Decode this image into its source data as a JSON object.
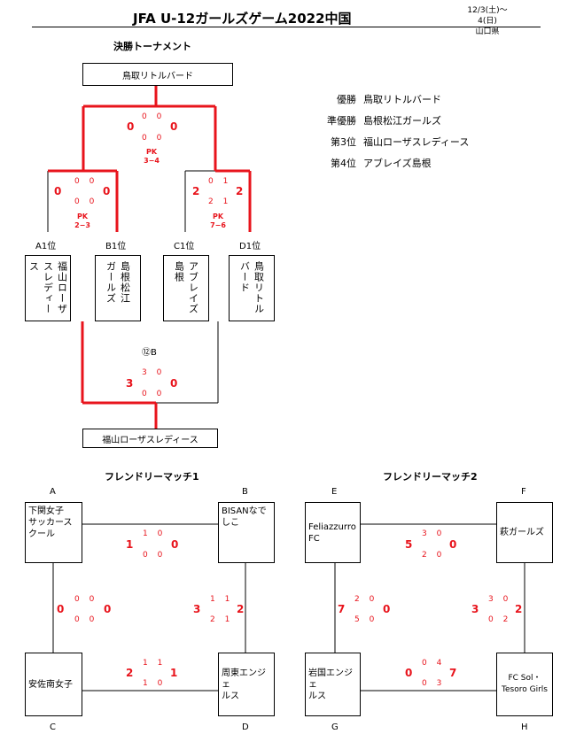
{
  "header": {
    "title": "JFA U-12ガールズゲーム2022中国",
    "date": "12/3(土)～4(日)",
    "venue": "山口県"
  },
  "final_tournament": {
    "section_title": "決勝トーナメント",
    "champion_box": "鳥取リトルバード",
    "slots": [
      "A1位",
      "B1位",
      "C1位",
      "D1位"
    ],
    "teams": [
      {
        "col1": "福山ローザ",
        "col2": "スレディー",
        "col3": "ス"
      },
      {
        "col1": "島根松江",
        "col2": "ガールズ"
      },
      {
        "col1": "アブレイズ",
        "col2": "島根"
      },
      {
        "col1": "鳥取リトル",
        "col2": "バード"
      }
    ],
    "final": {
      "top": "0 0",
      "bottom": "0 0",
      "left": "0",
      "right": "0",
      "pk": "PK",
      "pk_score": "3−4"
    },
    "semi1": {
      "top": "0 0",
      "bottom": "0 0",
      "left": "0",
      "right": "0",
      "pk": "PK",
      "pk_score": "2−3"
    },
    "semi2": {
      "top": "0 1",
      "bottom": "2 1",
      "left": "2",
      "right": "2",
      "pk": "PK",
      "pk_score": "7−6"
    },
    "third_place": {
      "label": "⑫B",
      "top": "3 0",
      "bottom": "0 0",
      "left": "3",
      "right": "0"
    },
    "third_box": "福山ローザスレディース"
  },
  "ranking": [
    {
      "rank": "優勝",
      "team": "鳥取リトルバード"
    },
    {
      "rank": "準優勝",
      "team": "島根松江ガールズ"
    },
    {
      "rank": "第3位",
      "team": "福山ローザスレディース"
    },
    {
      "rank": "第4位",
      "team": "アブレイズ島根"
    }
  ],
  "friendly1": {
    "title": "フレンドリーマッチ1",
    "letters": [
      "A",
      "B",
      "C",
      "D"
    ],
    "teams": [
      "下関女子\nサッカース\nクール",
      "BISANなで\nしこ",
      "安佐南女子",
      "周東エンジェ\nルス"
    ],
    "top": {
      "h1": "1 0",
      "h2": "0 0",
      "left": "1",
      "right": "0"
    },
    "bottom": {
      "h1": "1 1",
      "h2": "1 0",
      "left": "2",
      "right": "1"
    },
    "left_v": {
      "h1": "0 0",
      "h2": "0 0",
      "left": "0",
      "right": "0"
    },
    "right_v": {
      "h1": "1 1",
      "h2": "2 1",
      "left": "3",
      "right": "2"
    }
  },
  "friendly2": {
    "title": "フレンドリーマッチ2",
    "letters": [
      "E",
      "F",
      "G",
      "H"
    ],
    "teams": [
      "Feliazzurro\nFC",
      "萩ガールズ",
      "岩国エンジェ\nルス",
      "FC Sol・\nTesoro Girls"
    ],
    "top": {
      "h1": "3 0",
      "h2": "2 0",
      "left": "5",
      "right": "0"
    },
    "bottom": {
      "h1": "0 4",
      "h2": "0 3",
      "left": "0",
      "right": "7"
    },
    "left_v": {
      "h1": "2 0",
      "h2": "5 0",
      "left": "7",
      "right": "0"
    },
    "right_v": {
      "h1": "3 0",
      "h2": "0 2",
      "left": "3",
      "right": "2"
    }
  },
  "colors": {
    "winner_line": "#e8141c",
    "line": "#000000"
  }
}
